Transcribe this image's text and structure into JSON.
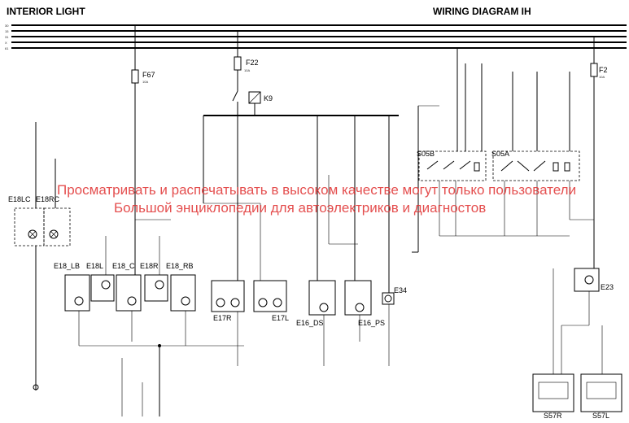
{
  "header": {
    "left_title": "INTERIOR LIGHT",
    "right_title": "WIRING DIAGRAM IH"
  },
  "bus_labels": [
    "30",
    "15",
    "31",
    "X",
    "61"
  ],
  "fuses": [
    {
      "name": "F67",
      "rating": "10A"
    },
    {
      "name": "F22",
      "rating": "10A"
    },
    {
      "name": "F2",
      "rating": "10A"
    }
  ],
  "relay": {
    "name": "K9"
  },
  "switches": [
    {
      "name": "S05B"
    },
    {
      "name": "S05A"
    },
    {
      "name": "S57R"
    },
    {
      "name": "S57L"
    }
  ],
  "lamps": [
    {
      "name": "E18LC"
    },
    {
      "name": "E18RC"
    },
    {
      "name": "E18_LB"
    },
    {
      "name": "E18L"
    },
    {
      "name": "E18_C"
    },
    {
      "name": "E18R"
    },
    {
      "name": "E18_RB"
    },
    {
      "name": "E17R"
    },
    {
      "name": "E17L"
    },
    {
      "name": "E16_DS"
    },
    {
      "name": "E16_PS"
    },
    {
      "name": "E34"
    },
    {
      "name": "E23"
    }
  ],
  "watermark": {
    "line1": "Просматривать и распечатывать в высоком качестве могут только пользователи",
    "line2": "Большой энциклопедии для автоэлектриков и диагностов"
  },
  "colors": {
    "wire": "#000000",
    "watermark": "#e03030"
  }
}
